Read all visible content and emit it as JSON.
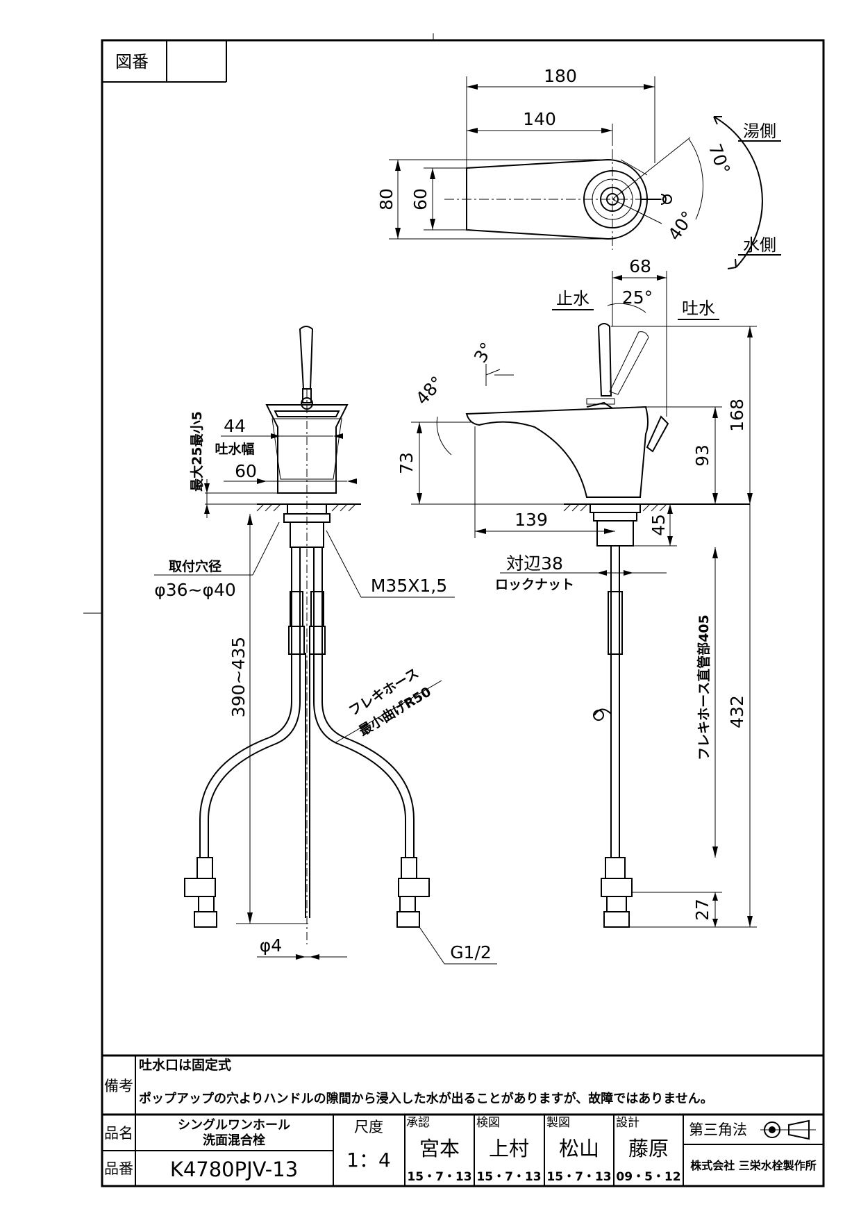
{
  "title_block": {
    "zuban_label": "図番",
    "biko_label": "備考",
    "note_1": "吐水口は固定式",
    "note_2": "ポップアップの穴よりハンドルの隙間から浸入した水が出ることがありますが、故障ではありません。",
    "hinmei_label": "品名",
    "product_name_line1": "シングルワンホール",
    "product_name_line2": "洗面混合栓",
    "hinban_label": "品番",
    "product_number": "K4780PJV-13",
    "scale_label": "尺度",
    "scale_value": "1：4",
    "approval_label": "承認",
    "approval_name": "宮本",
    "approval_date": "15・7・13",
    "check_label": "検図",
    "check_name": "上村",
    "check_date": "15・7・13",
    "drawing_label": "製図",
    "drawing_name": "松山",
    "drawing_date": "15・7・13",
    "design_label": "設計",
    "design_name": "藤原",
    "design_date": "09・5・12",
    "projection_label": "第三角法",
    "company": "株式会社 三栄水栓製作所"
  },
  "top_view": {
    "dim_180": "180",
    "dim_140": "140",
    "dim_80": "80",
    "dim_60": "60",
    "angle_hot": "70°",
    "angle_cold": "40°",
    "hot_side": "湯側",
    "cold_side": "水側"
  },
  "front_view": {
    "max25_min5": "最大25最小5",
    "dim_44": "44",
    "spout_width": "吐水幅",
    "dim_60": "60",
    "mount_hole_label": "取付穴径",
    "mount_hole_value": "φ36~φ40",
    "thread": "M35X1,5",
    "hose_length": "390~435",
    "flex_hose": "フレキホース",
    "min_bend": "最小曲げR50",
    "diameter_4": "φ4",
    "g_half": "G1/2"
  },
  "side_view": {
    "dim_68": "68",
    "stop_water": "止水",
    "angle_25": "25°",
    "discharge": "吐水",
    "angle_3": "3°",
    "angle_48": "48°",
    "dim_73": "73",
    "dim_168": "168",
    "dim_93": "93",
    "dim_139": "139",
    "dim_45": "45",
    "across_flats": "対辺38",
    "lock_nut": "ロックナット",
    "hose_straight": "フレキホース直管部405",
    "dim_432": "432",
    "dim_27": "27"
  }
}
